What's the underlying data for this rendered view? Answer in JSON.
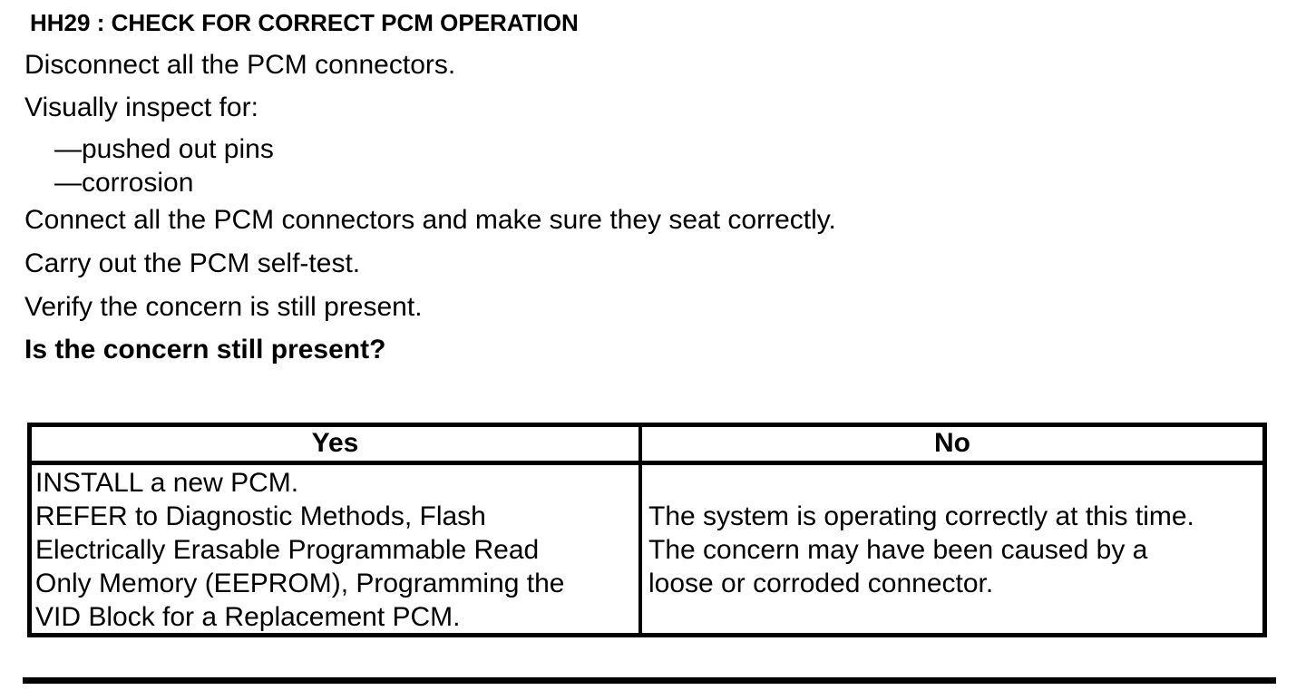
{
  "document": {
    "title": "HH29 : CHECK FOR CORRECT PCM OPERATION",
    "steps": {
      "disconnect": "Disconnect all the PCM connectors.",
      "inspect_intro": "Visually inspect for:",
      "inspect_items": [
        "—pushed out pins",
        "—corrosion"
      ],
      "reconnect": "Connect all the PCM connectors and make sure they seat correctly.",
      "self_test": "Carry out the PCM self-test.",
      "verify": "Verify the concern is still present.",
      "question": "Is the concern still present?"
    },
    "decision_table": {
      "yes_header": "Yes",
      "no_header": "No",
      "yes_lines": [
        "INSTALL a new PCM.",
        "REFER to Diagnostic Methods, Flash",
        "Electrically Erasable Programmable Read",
        "Only Memory (EEPROM), Programming the",
        "VID Block for a Replacement PCM."
      ],
      "no_lines": [
        "The system is operating correctly at this time.",
        "The concern may have been caused by a",
        "loose or corroded connector."
      ]
    },
    "colors": {
      "text": "#000000",
      "background": "#ffffff",
      "border": "#000000"
    }
  }
}
